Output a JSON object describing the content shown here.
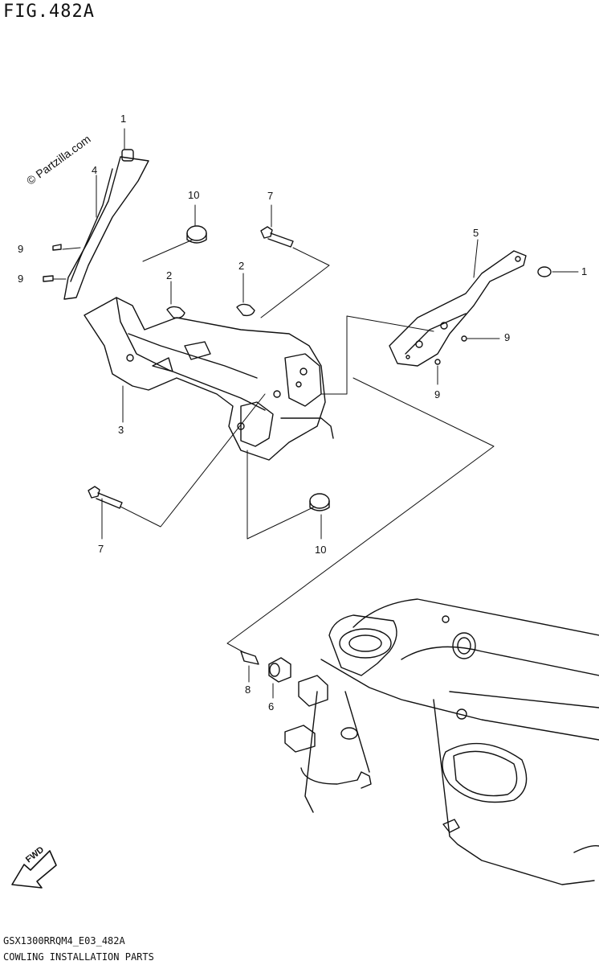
{
  "figure": {
    "title": "FIG.482A",
    "model_code": "GSX1300RRQM4_E03_482A",
    "caption": "COWLING INSTALLATION PARTS",
    "watermark": "© Partzilla.com",
    "fwd_label": "FWD"
  },
  "callouts": [
    {
      "id": "c1a",
      "label": "1"
    },
    {
      "id": "c1b",
      "label": "1"
    },
    {
      "id": "c2a",
      "label": "2"
    },
    {
      "id": "c2b",
      "label": "2"
    },
    {
      "id": "c3",
      "label": "3"
    },
    {
      "id": "c4",
      "label": "4"
    },
    {
      "id": "c5",
      "label": "5"
    },
    {
      "id": "c6",
      "label": "6"
    },
    {
      "id": "c7a",
      "label": "7"
    },
    {
      "id": "c7b",
      "label": "7"
    },
    {
      "id": "c8",
      "label": "8"
    },
    {
      "id": "c9a",
      "label": "9"
    },
    {
      "id": "c9b",
      "label": "9"
    },
    {
      "id": "c9c",
      "label": "9"
    },
    {
      "id": "c9d",
      "label": "9"
    },
    {
      "id": "c10a",
      "label": "10"
    },
    {
      "id": "c10b",
      "label": "10"
    }
  ],
  "colors": {
    "ink": "#111111",
    "paper": "#ffffff"
  }
}
